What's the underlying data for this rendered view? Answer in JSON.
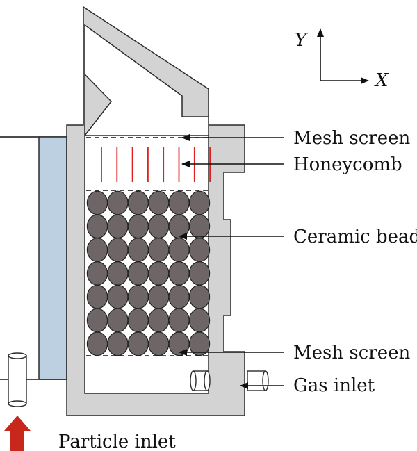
{
  "colors": {
    "wall": "#d3d3d3",
    "wall_stroke": "#2b2b2b",
    "side_panel": "#bdd0e2",
    "bead_fill": "#6e6566",
    "bead_stroke": "#222222",
    "honeycomb": "#e02020",
    "arrow_red": "#c8281c",
    "line": "#111111"
  },
  "axes": {
    "y_label": "Y",
    "x_label": "X"
  },
  "labels": {
    "mesh_top": "Mesh screen",
    "honeycomb": "Honeycomb",
    "beads": "Ceramic beads",
    "mesh_bottom": "Mesh screen",
    "gas_inlet": "Gas inlet",
    "particle_inlet": "Particle inlet"
  },
  "bead_grid": {
    "columns": 6,
    "rows": 7
  },
  "honeycomb_lines": 8
}
